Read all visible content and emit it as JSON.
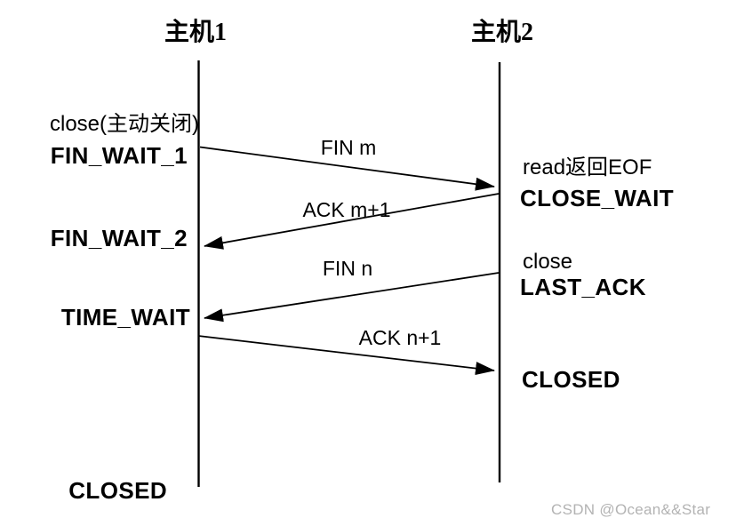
{
  "hosts": [
    {
      "name": "主机1"
    },
    {
      "name": "主机2"
    }
  ],
  "messages": [
    {
      "label": "FIN m",
      "from": "主机1",
      "to": "主机2"
    },
    {
      "label": "ACK m+1",
      "from": "主机2",
      "to": "主机1"
    },
    {
      "label": "FIN n",
      "from": "主机2",
      "to": "主机1"
    },
    {
      "label": "ACK n+1",
      "from": "主机1",
      "to": "主机2"
    }
  ],
  "host1_events": {
    "close_action": "close(主动关闭)",
    "state_fin_wait_1": "FIN_WAIT_1",
    "state_fin_wait_2": "FIN_WAIT_2",
    "state_time_wait": "TIME_WAIT",
    "state_closed": "CLOSED"
  },
  "host2_events": {
    "read_action": "read返回EOF",
    "state_close_wait": "CLOSE_WAIT",
    "close_action": "close",
    "state_last_ack": "LAST_ACK",
    "state_closed": "CLOSED"
  },
  "watermark": "CSDN @Ocean&&Star",
  "colors": {
    "line": "#000000",
    "text": "#000000",
    "watermark": "#b3b3b3"
  }
}
